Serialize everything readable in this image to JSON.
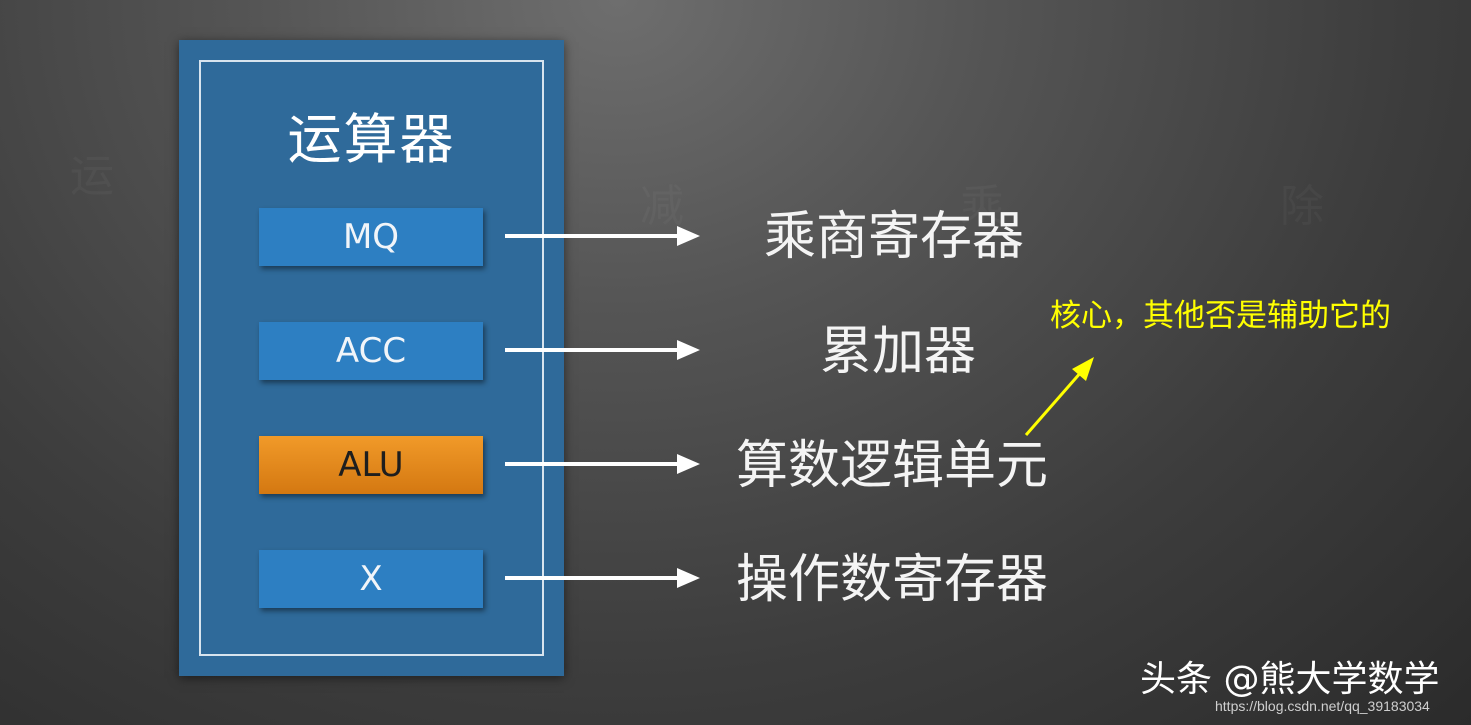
{
  "unit": {
    "title": "运算器",
    "registers": [
      {
        "abbr": "MQ",
        "name": "乘商寄存器",
        "highlight": false
      },
      {
        "abbr": "ACC",
        "name": "累加器",
        "highlight": false
      },
      {
        "abbr": "ALU",
        "name": "算数逻辑单元",
        "highlight": true
      },
      {
        "abbr": "X",
        "name": "操作数寄存器",
        "highlight": false
      }
    ]
  },
  "annotation": {
    "text": "核心，其他否是辅助它的",
    "color": "#ffff00"
  },
  "watermark": {
    "brand": "头条 @熊大学数学",
    "url": "https://blog.csdn.net/qq_39183034"
  },
  "colors": {
    "panel": "#2f6a9a",
    "register_box": "#2d7fc2",
    "highlight_box": "#e88a1c"
  }
}
